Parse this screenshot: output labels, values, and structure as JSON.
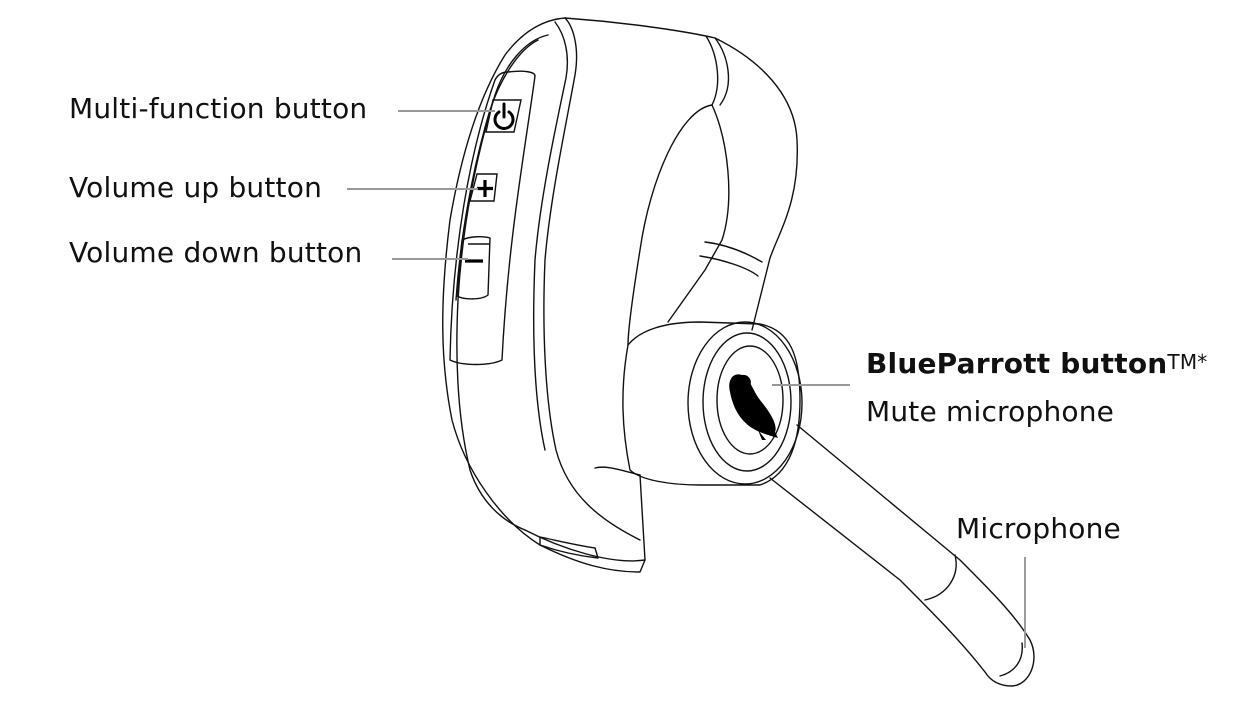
{
  "diagram": {
    "subject": "BlueParrott headset overview",
    "line_color": "#111111",
    "leader_color": "#999999",
    "callouts": [
      {
        "id": "multi-function",
        "label": "Multi-function button",
        "icon": "power-icon"
      },
      {
        "id": "volume-up",
        "label": "Volume up button",
        "icon": "plus-icon"
      },
      {
        "id": "volume-down",
        "label": "Volume down button",
        "icon": "minus-icon"
      },
      {
        "id": "blueparrott",
        "label": "BlueParrott button",
        "label_suffix": "TM*",
        "sublabel": "Mute microphone",
        "icon": "parrot-icon"
      },
      {
        "id": "microphone",
        "label": "Microphone"
      }
    ]
  }
}
